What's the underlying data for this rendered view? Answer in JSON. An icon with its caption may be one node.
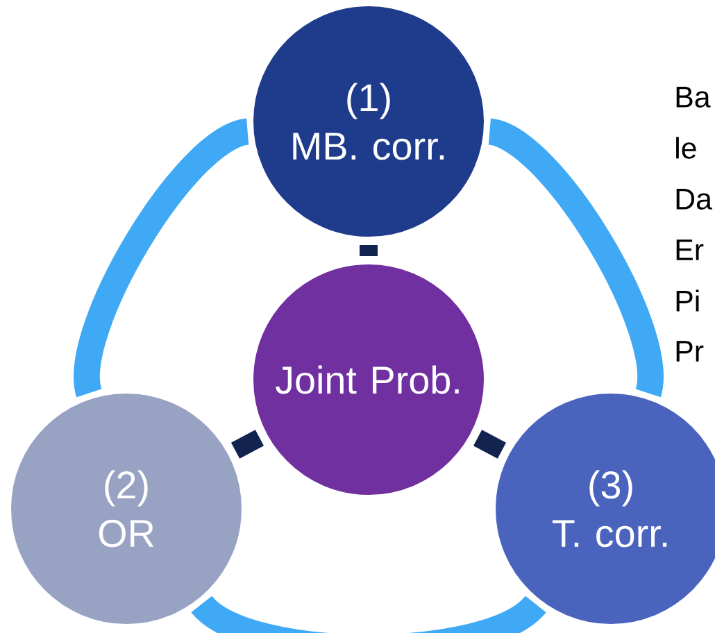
{
  "diagram": {
    "nodes": [
      {
        "text": [
          "(1)",
          "MB. corr."
        ]
      },
      {
        "text": [
          "Joint Prob."
        ]
      },
      {
        "text": [
          "(2)",
          "OR"
        ]
      },
      {
        "text": [
          "(3)",
          "T. corr."
        ]
      }
    ],
    "edges": [
      {
        "from": 1,
        "to": 0,
        "arrow": "none",
        "color": "#12234f"
      },
      {
        "from": 1,
        "to": 2,
        "arrow": "none",
        "color": "#12234f"
      },
      {
        "from": 1,
        "to": 3,
        "arrow": "none",
        "color": "#12234f"
      },
      {
        "from": 0,
        "to": 2,
        "arrow": "none",
        "color": "#3fa9f5"
      },
      {
        "from": 2,
        "to": 3,
        "arrow": "none",
        "color": "#3fa9f5"
      },
      {
        "from": 3,
        "to": 0,
        "arrow": "none",
        "color": "#3fa9f5"
      }
    ],
    "labels": [
      "Ba",
      "le",
      "Da",
      "Er",
      "Pi",
      "Pr"
    ]
  }
}
